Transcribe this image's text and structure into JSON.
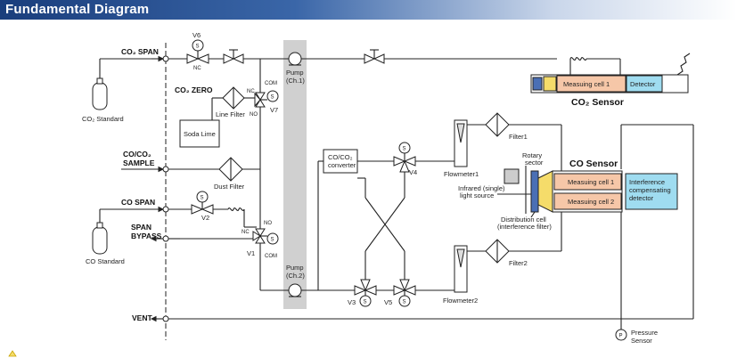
{
  "header": {
    "title": "Fundamental Diagram"
  },
  "inputs": {
    "co2_span": "CO₂ SPAN",
    "co2_zero": "CO₂ ZERO",
    "co_co2_sample_line1": "CO/CO₂",
    "co_co2_sample_line2": "SAMPLE",
    "co_span": "CO SPAN",
    "span_bypass_line1": "SPAN",
    "span_bypass_line2": "BYPASS",
    "vent": "VENT"
  },
  "components": {
    "co2_standard": "CO₂ Standard",
    "co_standard": "CO Standard",
    "soda_lime": "Soda Lime",
    "line_filter": "Line Filter",
    "dust_filter": "Dust Filter",
    "converter_line1": "CO/CO₂",
    "converter_line2": "converter",
    "pump1_line1": "Pump",
    "pump1_line2": "(Ch.1)",
    "pump2_line1": "Pump",
    "pump2_line2": "(Ch.2)",
    "filter1": "Filter1",
    "filter2": "Filter2",
    "flowmeter1": "Flowmeter1",
    "flowmeter2": "Flowmeter2",
    "rotary_sector_line1": "Rotary",
    "rotary_sector_line2": "sector",
    "ir_source_line1": "Infrared (single)",
    "ir_source_line2": "light source",
    "dist_cell_line1": "Distribution cell",
    "dist_cell_line2": "(interference filter)",
    "co2_cell": "Measuing cell 1",
    "detector": "Detector",
    "co2_sensor": "CO₂ Sensor",
    "co_sensor": "CO Sensor",
    "co_cell1": "Measuing cell 1",
    "co_cell2": "Measuing cell 2",
    "icd_line1": "Interference",
    "icd_line2": "compensating",
    "icd_line3": "detector",
    "pressure_sensor_line1": "Pressure",
    "pressure_sensor_line2": "Sensor",
    "pressure_symbol": "P"
  },
  "valves": {
    "v1": "V1",
    "v2": "V2",
    "v3": "V3",
    "v4": "V4",
    "v5": "V5",
    "v6": "V6",
    "v7": "V7",
    "s": "S",
    "nc": "NC",
    "no": "NO",
    "com": "COM"
  },
  "colors": {
    "title_bar": "#1a3e7c",
    "cell_fill": "#f6c7a8",
    "detector_fill": "#9fdcf0",
    "pump_band": "#d0d0d0",
    "source_yellow": "#f5dc6a"
  }
}
